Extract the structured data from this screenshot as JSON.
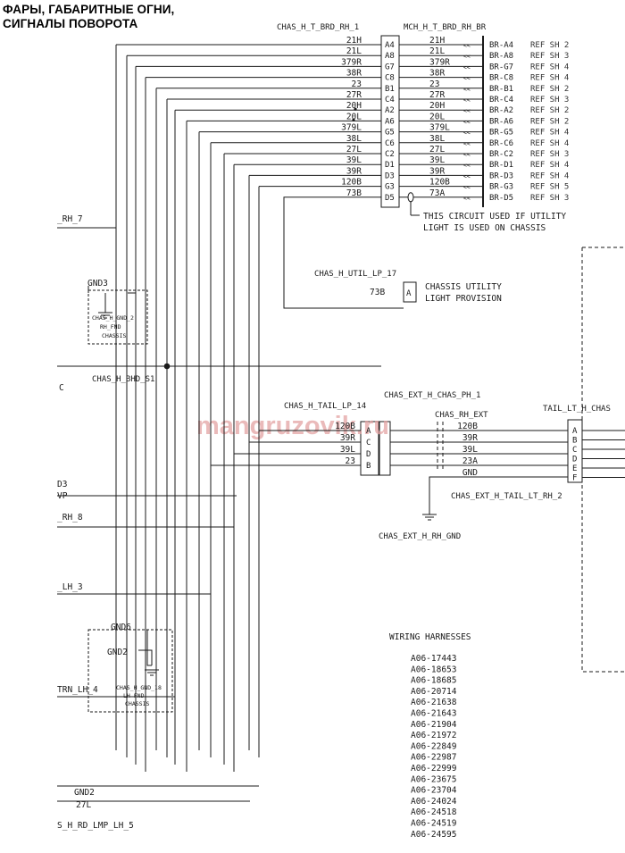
{
  "title_lines": [
    "ФАРЫ, ГАБАРИТНЫЕ ОГНИ,",
    "СИГНАЛЫ ПОВОРОТА"
  ],
  "watermark": "mangruzovik.ru",
  "connectors": {
    "left_bulkhead": "CHAS_H_T_BRD_RH_1",
    "right_bulkhead": "MCH_H_T_BRD_RH_BR",
    "util": "CHAS_H_UTIL_LP_17",
    "util_pin": "A",
    "bhd": "CHAS_H_BHD_S1",
    "tail_lp": "CHAS_H_TAIL_LP_14",
    "ext_ph": "CHAS_EXT_H_CHAS_PH_1",
    "rh_ext": "CHAS_RH_EXT",
    "tail_lt": "TAIL_LT_H_CHAS",
    "ext_tail_rh": "CHAS_EXT_H_TAIL_LT_RH_2",
    "ext_rh_gnd": "CHAS_EXT_H_RH_GND"
  },
  "bulkhead_rows": [
    {
      "wire": "21H",
      "pin": "A4",
      "br": "BR-A4",
      "ref": "REF SH 2"
    },
    {
      "wire": "21L",
      "pin": "A8",
      "br": "BR-A8",
      "ref": "REF SH 3"
    },
    {
      "wire": "379R",
      "pin": "G7",
      "br": "BR-G7",
      "ref": "REF SH 4"
    },
    {
      "wire": "38R",
      "pin": "C8",
      "br": "BR-C8",
      "ref": "REF SH 4"
    },
    {
      "wire": "23",
      "pin": "B1",
      "br": "BR-B1",
      "ref": "REF SH 2"
    },
    {
      "wire": "27R",
      "pin": "C4",
      "br": "BR-C4",
      "ref": "REF SH 3"
    },
    {
      "wire": "20H",
      "pin": "A2",
      "br": "BR-A2",
      "ref": "REF SH 2"
    },
    {
      "wire": "20L",
      "pin": "A6",
      "br": "BR-A6",
      "ref": "REF SH 2"
    },
    {
      "wire": "379L",
      "pin": "G5",
      "br": "BR-G5",
      "ref": "REF SH 4"
    },
    {
      "wire": "38L",
      "pin": "C6",
      "br": "BR-C6",
      "ref": "REF SH 4"
    },
    {
      "wire": "27L",
      "pin": "C2",
      "br": "BR-C2",
      "ref": "REF SH 3"
    },
    {
      "wire": "39L",
      "pin": "D1",
      "br": "BR-D1",
      "ref": "REF SH 4"
    },
    {
      "wire": "39R",
      "pin": "D3",
      "br": "BR-D3",
      "ref": "REF SH 4"
    },
    {
      "wire": "120B",
      "pin": "G3",
      "br": "BR-G3",
      "ref": "REF SH 5"
    },
    {
      "wire": "73B",
      "pin": "D5",
      "right_wire": "73A",
      "br": "BR-D5",
      "ref": "REF SH 3"
    }
  ],
  "notes": {
    "utility_line1": "THIS CIRCUIT USED IF UTILITY",
    "utility_line2": "LIGHT IS USED ON CHASSIS",
    "chassis_util_line1": "CHASSIS UTILITY",
    "chassis_util_line2": "LIGHT PROVISION",
    "util_wire": "73B"
  },
  "tail_lp_rows": [
    {
      "wire": "120B",
      "pin": "A"
    },
    {
      "wire": "39R",
      "pin": "C"
    },
    {
      "wire": "39L",
      "pin": "D"
    },
    {
      "wire": "23",
      "pin": "B"
    }
  ],
  "ext_rows": [
    "120B",
    "39R",
    "39L",
    "23A",
    "GND"
  ],
  "tail_lt_pins": [
    "A",
    "B",
    "C",
    "D",
    "E",
    "F"
  ],
  "grounds": {
    "gnd3": "GND3",
    "rh_gnd_1": "CHAS_H_GND_2",
    "rh_gnd_2": "RH_FND",
    "rh_gnd_3": "CHASSIS",
    "gnd6": "GND6",
    "gnd2": "GND2",
    "lh_gnd_1": "CHAS_H_GND_18",
    "lh_gnd_2": "LH FND",
    "lh_gnd_3": "CHASSIS",
    "gnd2_bottom": "GND2",
    "wire_27l": "27L"
  },
  "left_labels": {
    "rh7": "_RH_7",
    "c": "C",
    "d3": "D3",
    "vp": "VP",
    "rh8": "_RH_8",
    "lh3": "_LH_3",
    "trn_lh4": "TRN_LH_4",
    "lmp_lh5": "S_H_RD_LMP_LH_5"
  },
  "harness": {
    "heading": "WIRING HARNESSES",
    "items": [
      "A06-17443",
      "A06-18653",
      "A06-18685",
      "A06-20714",
      "A06-21638",
      "A06-21643",
      "A06-21904",
      "A06-21972",
      "A06-22849",
      "A06-22987",
      "A06-22999",
      "A06-23675",
      "A06-23704",
      "A06-24024",
      "A06-24518",
      "A06-24519",
      "A06-24595"
    ]
  }
}
